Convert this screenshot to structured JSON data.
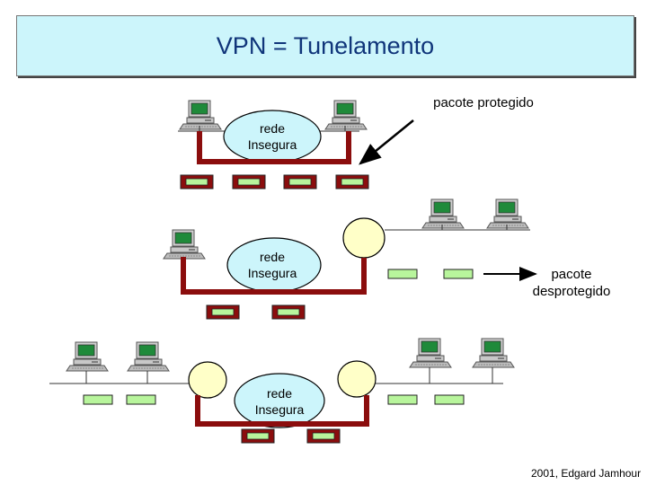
{
  "title": "VPN = Tunelamento",
  "labels": {
    "protected_packet": "pacote protegido",
    "unprotected_packet": "pacote\ndesprotegido",
    "insecure_network_1": "rede\nInsegura",
    "insecure_network_2": "rede\nInsegura",
    "insecure_network_3": "rede\nInsegura"
  },
  "credit": "2001, Edgard Jamhour",
  "colors": {
    "title_bg": "#ccf5fb",
    "title_text": "#10357a",
    "tunnel": "#8b0d0d",
    "packet_inner": "#b8f59c",
    "router": "#ffffc8",
    "monitor_screen": "#1f8a3a"
  }
}
